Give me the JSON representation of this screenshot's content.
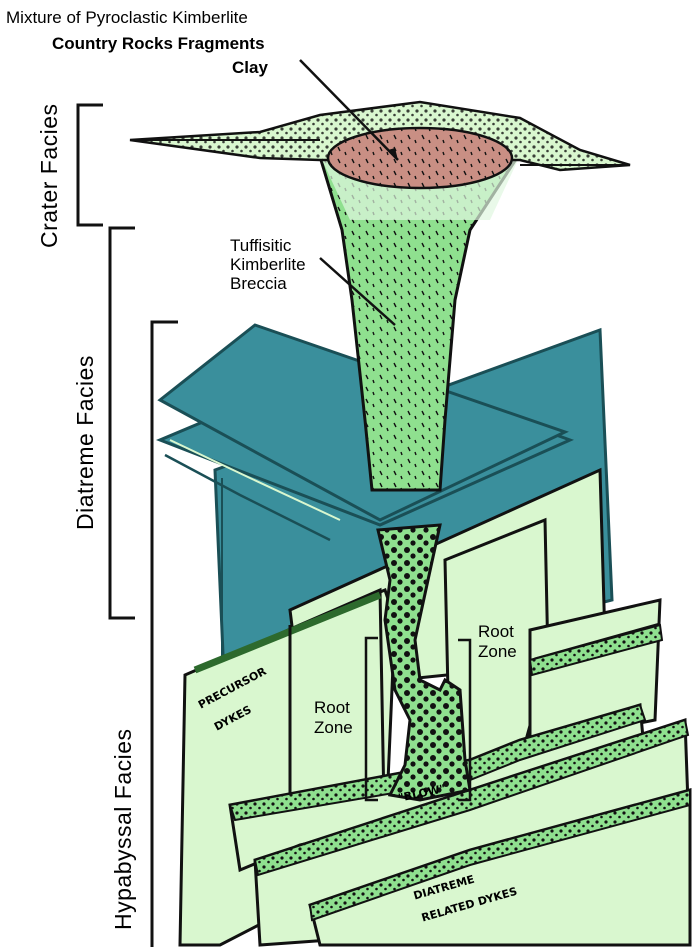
{
  "labels": {
    "mixture": "Mixture of Pyroclastic Kimberlite",
    "country_rocks": "Country Rocks Fragments",
    "clay": "Clay",
    "tuffisitic_1": "Tuffisitic",
    "tuffisitic_2": "Kimberlite",
    "tuffisitic_3": "Breccia",
    "root_zone_right_1": "Root",
    "root_zone_right_2": "Zone",
    "root_zone_left_1": "Root",
    "root_zone_left_2": "Zone",
    "precursor_1": "PRECURSOR",
    "precursor_2": "DYKES",
    "blow": "\"BLOW\"",
    "diatreme_dykes_1": "DIATREME",
    "diatreme_dykes_2": "RELATED DYKES"
  },
  "facies": {
    "crater": "Crater Facies",
    "diatreme": "Diatreme  Facies",
    "hypabyssal": "Hypabyssal  Facies"
  },
  "colors": {
    "kimberlite_green": "#8fe08f",
    "pale_green_dyke": "#d9f7cf",
    "teal_country_rock": "#3a8f9c",
    "clay_brown": "#c98f84"
  }
}
